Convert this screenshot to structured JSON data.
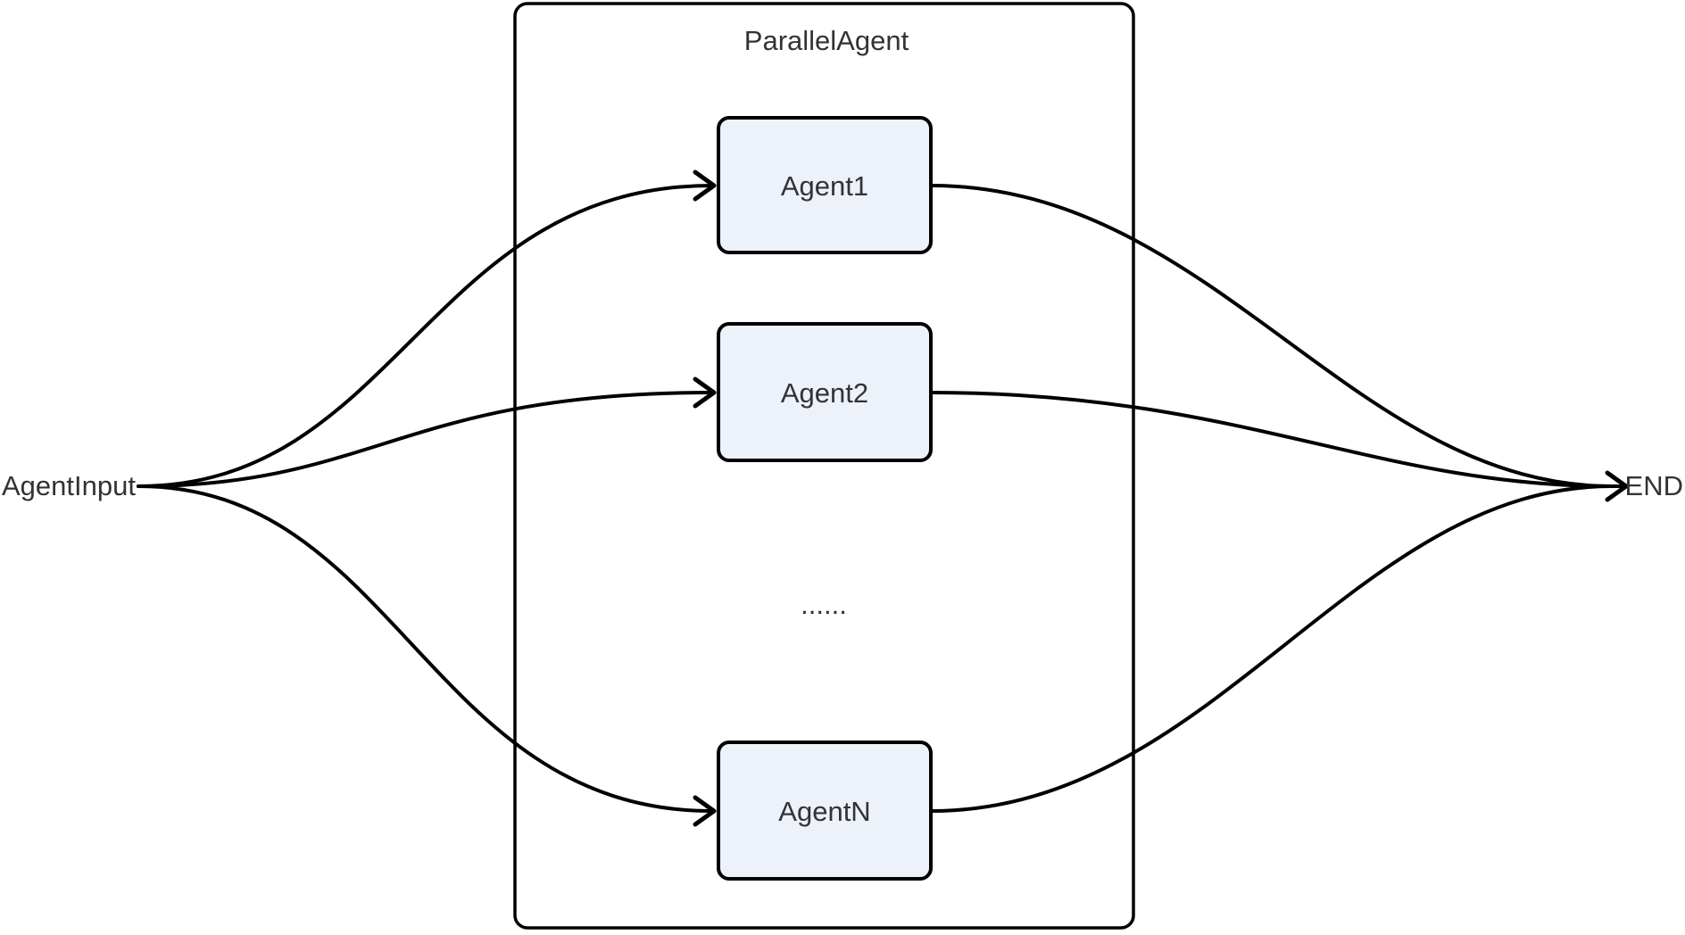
{
  "diagram": {
    "type": "flowchart",
    "cluster": {
      "title": "ParallelAgent"
    },
    "start_label": "AgentInput",
    "end_label": "END",
    "ellipsis": "......",
    "nodes": [
      {
        "label": "Agent1"
      },
      {
        "label": "Agent2"
      },
      {
        "label": "AgentN"
      }
    ],
    "edges": [
      {
        "from": "AgentInput",
        "to": "Agent1"
      },
      {
        "from": "AgentInput",
        "to": "Agent2"
      },
      {
        "from": "AgentInput",
        "to": "AgentN"
      },
      {
        "from": "Agent1",
        "to": "END"
      },
      {
        "from": "Agent2",
        "to": "END"
      },
      {
        "from": "AgentN",
        "to": "END"
      }
    ],
    "colors": {
      "node_fill": "#ECF1FA",
      "stroke": "#000000",
      "text": "#333333",
      "background": "#FFFFFF"
    }
  }
}
